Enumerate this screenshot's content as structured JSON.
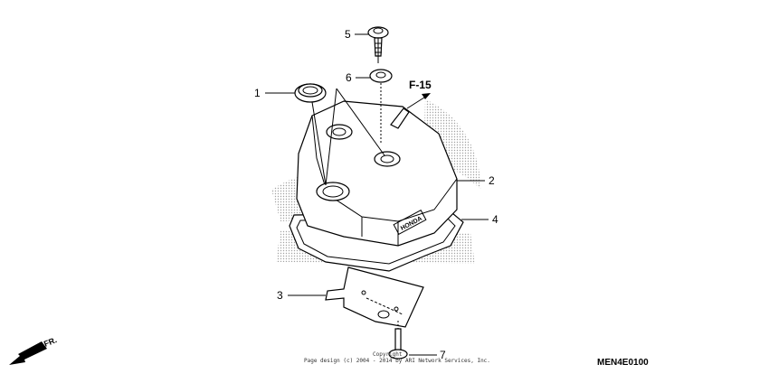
{
  "diagram": {
    "code": "MEN4E0100",
    "reference": "F-15",
    "copyright": [
      "Copyright",
      "Page design (c) 2004 - 2014 by ARI Network Services, Inc."
    ],
    "direction_label": "FR.",
    "callouts": [
      {
        "id": "1",
        "label": "1"
      },
      {
        "id": "2",
        "label": "2"
      },
      {
        "id": "3",
        "label": "3"
      },
      {
        "id": "4",
        "label": "4"
      },
      {
        "id": "5",
        "label": "5"
      },
      {
        "id": "6",
        "label": "6"
      },
      {
        "id": "7",
        "label": "7"
      }
    ]
  },
  "colors": {
    "line": "#000000",
    "watermark": "#c8c8c8",
    "background": "#ffffff"
  }
}
